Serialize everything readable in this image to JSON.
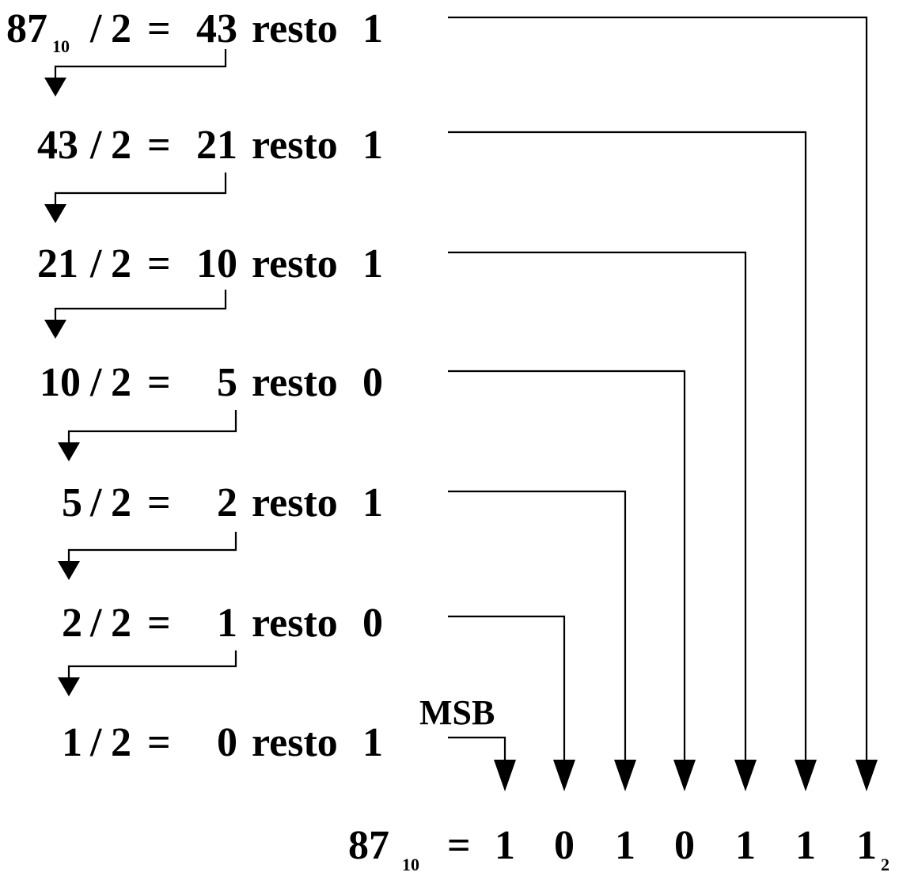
{
  "steps": [
    {
      "dividend": "87",
      "subscript": "10",
      "divisor": "2",
      "quotient": "43",
      "remainder_word": "resto",
      "remainder": "1"
    },
    {
      "dividend": "43",
      "subscript": "",
      "divisor": "2",
      "quotient": "21",
      "remainder_word": "resto",
      "remainder": "1"
    },
    {
      "dividend": "21",
      "subscript": "",
      "divisor": "2",
      "quotient": "10",
      "remainder_word": "resto",
      "remainder": "1"
    },
    {
      "dividend": "10",
      "subscript": "",
      "divisor": "2",
      "quotient": "5",
      "remainder_word": "resto",
      "remainder": "0"
    },
    {
      "dividend": "5",
      "subscript": "",
      "divisor": "2",
      "quotient": "2",
      "remainder_word": "resto",
      "remainder": "1"
    },
    {
      "dividend": "2",
      "subscript": "",
      "divisor": "2",
      "quotient": "1",
      "remainder_word": "resto",
      "remainder": "0"
    },
    {
      "dividend": "1",
      "subscript": "",
      "divisor": "2",
      "quotient": "0",
      "remainder_word": "resto",
      "remainder": "1"
    }
  ],
  "msb_label": "MSB",
  "result": {
    "number": "87",
    "base_subscript": "10",
    "equals": "=",
    "bits": [
      "1",
      "0",
      "1",
      "0",
      "1",
      "1",
      "1"
    ],
    "target_subscript": "2"
  }
}
